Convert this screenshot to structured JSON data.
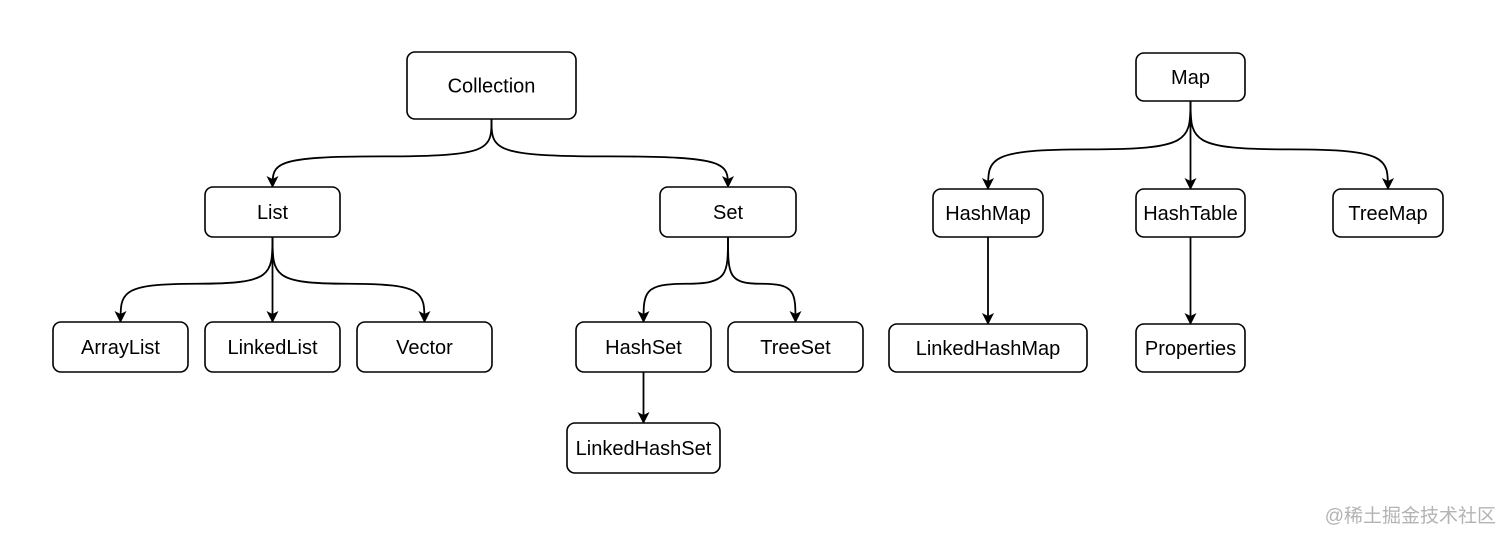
{
  "diagram": {
    "nodes": [
      {
        "id": "collection",
        "label": "Collection"
      },
      {
        "id": "list",
        "label": "List"
      },
      {
        "id": "set",
        "label": "Set"
      },
      {
        "id": "arraylist",
        "label": "ArrayList"
      },
      {
        "id": "linkedlist",
        "label": "LinkedList"
      },
      {
        "id": "vector",
        "label": "Vector"
      },
      {
        "id": "hashset",
        "label": "HashSet"
      },
      {
        "id": "treeset",
        "label": "TreeSet"
      },
      {
        "id": "linkedhashset",
        "label": "LinkedHashSet"
      },
      {
        "id": "map",
        "label": "Map"
      },
      {
        "id": "hashmap",
        "label": "HashMap"
      },
      {
        "id": "hashtable",
        "label": "HashTable"
      },
      {
        "id": "treemap",
        "label": "TreeMap"
      },
      {
        "id": "linkedhashmap",
        "label": "LinkedHashMap"
      },
      {
        "id": "properties",
        "label": "Properties"
      }
    ],
    "edges": [
      {
        "from": "collection",
        "to": "list"
      },
      {
        "from": "collection",
        "to": "set"
      },
      {
        "from": "list",
        "to": "arraylist"
      },
      {
        "from": "list",
        "to": "linkedlist"
      },
      {
        "from": "list",
        "to": "vector"
      },
      {
        "from": "set",
        "to": "hashset"
      },
      {
        "from": "set",
        "to": "treeset"
      },
      {
        "from": "hashset",
        "to": "linkedhashset"
      },
      {
        "from": "map",
        "to": "hashmap"
      },
      {
        "from": "map",
        "to": "hashtable"
      },
      {
        "from": "map",
        "to": "treemap"
      },
      {
        "from": "hashmap",
        "to": "linkedhashmap"
      },
      {
        "from": "hashtable",
        "to": "properties"
      }
    ]
  },
  "watermark": "@稀土掘金技术社区",
  "colors": {
    "stroke": "#000000",
    "fill": "#ffffff",
    "watermark": "#b3b3b3"
  }
}
